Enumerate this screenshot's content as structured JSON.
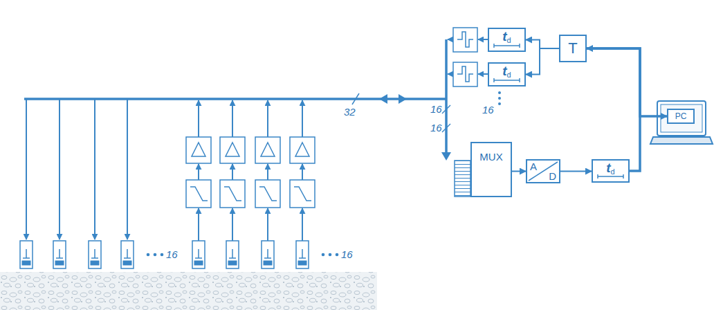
{
  "diagram": {
    "nodes": [
      {
        "text": [
          "t",
          "d"
        ]
      },
      {
        "text": [
          "t",
          "d"
        ]
      },
      {
        "text": [
          "T"
        ]
      },
      {
        "text": [
          "MUX"
        ]
      },
      {
        "text": [
          "A",
          "D"
        ]
      },
      {
        "text": [
          "t",
          "d"
        ]
      },
      {
        "text": [
          "PC"
        ]
      }
    ],
    "edges": [
      {
        "from": 2,
        "to": 0,
        "arrow": "to"
      },
      {
        "from": 2,
        "to": 1,
        "arrow": "to"
      },
      {
        "from": 3,
        "to": 4,
        "arrow": "to"
      },
      {
        "from": 4,
        "to": 5,
        "arrow": "to"
      },
      {
        "from": 5,
        "to": 2,
        "arrow": "none"
      },
      {
        "from": 2,
        "to": 6,
        "arrow": "both"
      }
    ],
    "labels": [
      "16",
      "16",
      "32",
      "16",
      "16",
      "16"
    ]
  }
}
